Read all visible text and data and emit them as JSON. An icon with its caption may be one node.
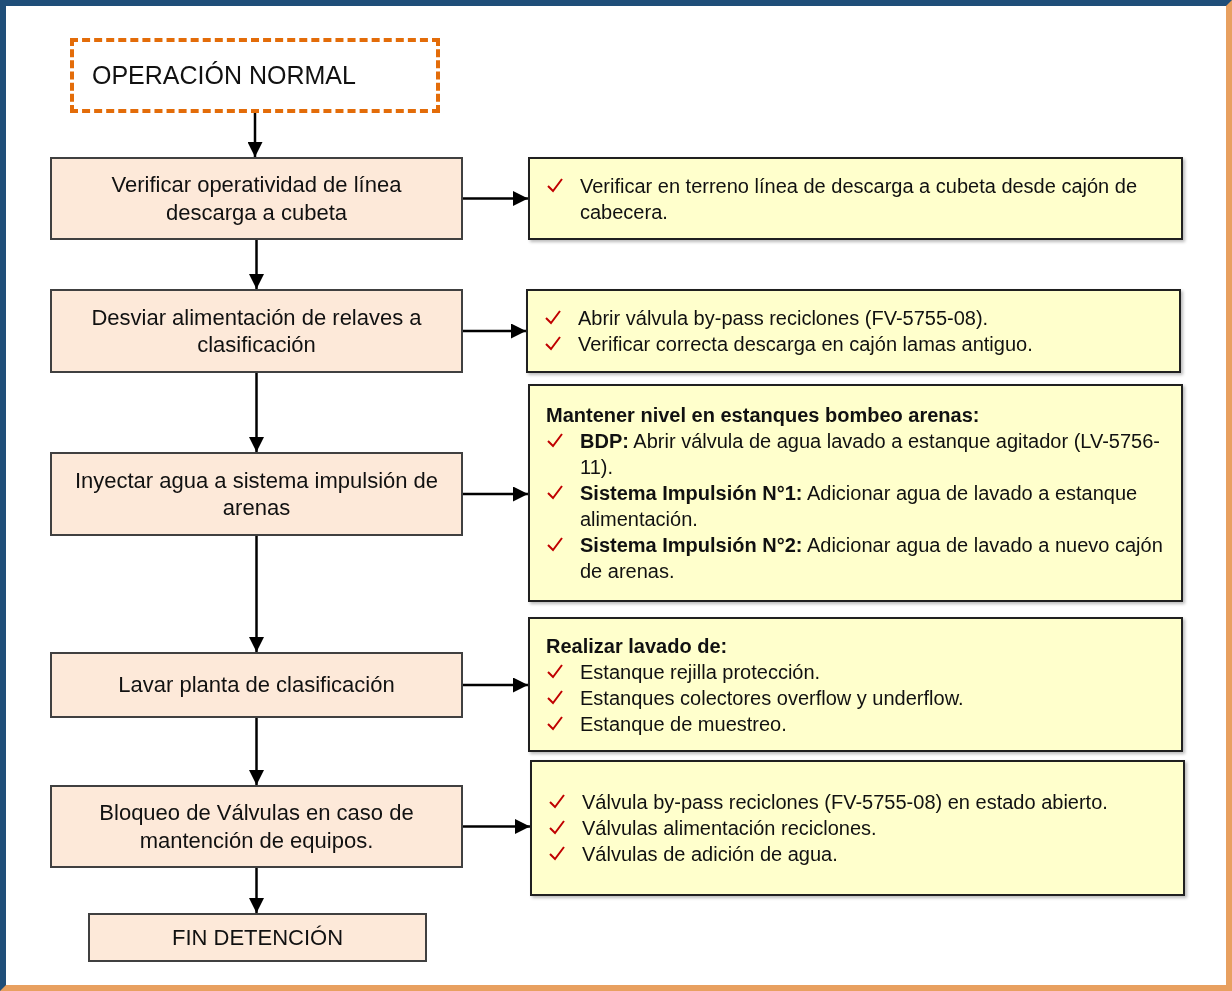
{
  "diagram": {
    "nodes": [
      {
        "text": [
          "OPERACIÓN NORMAL"
        ]
      },
      {
        "text": [
          "Verificar operatividad de línea descarga a cubeta"
        ]
      },
      {
        "text": [
          "Verificar en terreno línea de descarga a cubeta desde cajón de cabecera."
        ]
      },
      {
        "text": [
          "Desviar alimentación de relaves a clasificación"
        ]
      },
      {
        "text": [
          "Abrir válvula by-pass reciclones (FV-5755-08).",
          "Verificar correcta descarga en cajón lamas antiguo."
        ]
      },
      {
        "text": [
          "Inyectar agua a sistema impulsión de arenas"
        ]
      },
      {
        "text": [
          "Mantener nivel en estanques bombeo arenas:",
          "**BDP:** Abrir válvula de agua lavado a estanque agitador (LV-5756-11).",
          "**Sistema Impulsión N°1:** Adicionar agua de lavado a estanque alimentación.",
          "**Sistema Impulsión N°2:** Adicionar agua de lavado a nuevo cajón de arenas."
        ]
      },
      {
        "text": [
          "Lavar planta de clasificación"
        ]
      },
      {
        "text": [
          "Realizar lavado de:",
          "Estanque rejilla protección.",
          "Estanques colectores overflow y underflow.",
          "Estanque de muestreo."
        ]
      },
      {
        "text": [
          "Bloqueo de Válvulas en caso de mantención de equipos."
        ]
      },
      {
        "text": [
          "Válvula by-pass reciclones (FV-5755-08) en estado abierto.",
          "Válvulas alimentación reciclones.",
          "Válvulas de adición de agua."
        ]
      },
      {
        "text": [
          "FIN DETENCIÓN"
        ]
      }
    ],
    "edges": [
      {
        "from": 0,
        "to": 1,
        "arrow": "to"
      },
      {
        "from": 1,
        "to": 2,
        "arrow": "to"
      },
      {
        "from": 1,
        "to": 3,
        "arrow": "to"
      },
      {
        "from": 3,
        "to": 4,
        "arrow": "to"
      },
      {
        "from": 3,
        "to": 5,
        "arrow": "to"
      },
      {
        "from": 5,
        "to": 6,
        "arrow": "to"
      },
      {
        "from": 5,
        "to": 7,
        "arrow": "to"
      },
      {
        "from": 7,
        "to": 8,
        "arrow": "to"
      },
      {
        "from": 7,
        "to": 9,
        "arrow": "to"
      },
      {
        "from": 9,
        "to": 10,
        "arrow": "to"
      },
      {
        "from": 9,
        "to": 11,
        "arrow": "to"
      }
    ]
  }
}
